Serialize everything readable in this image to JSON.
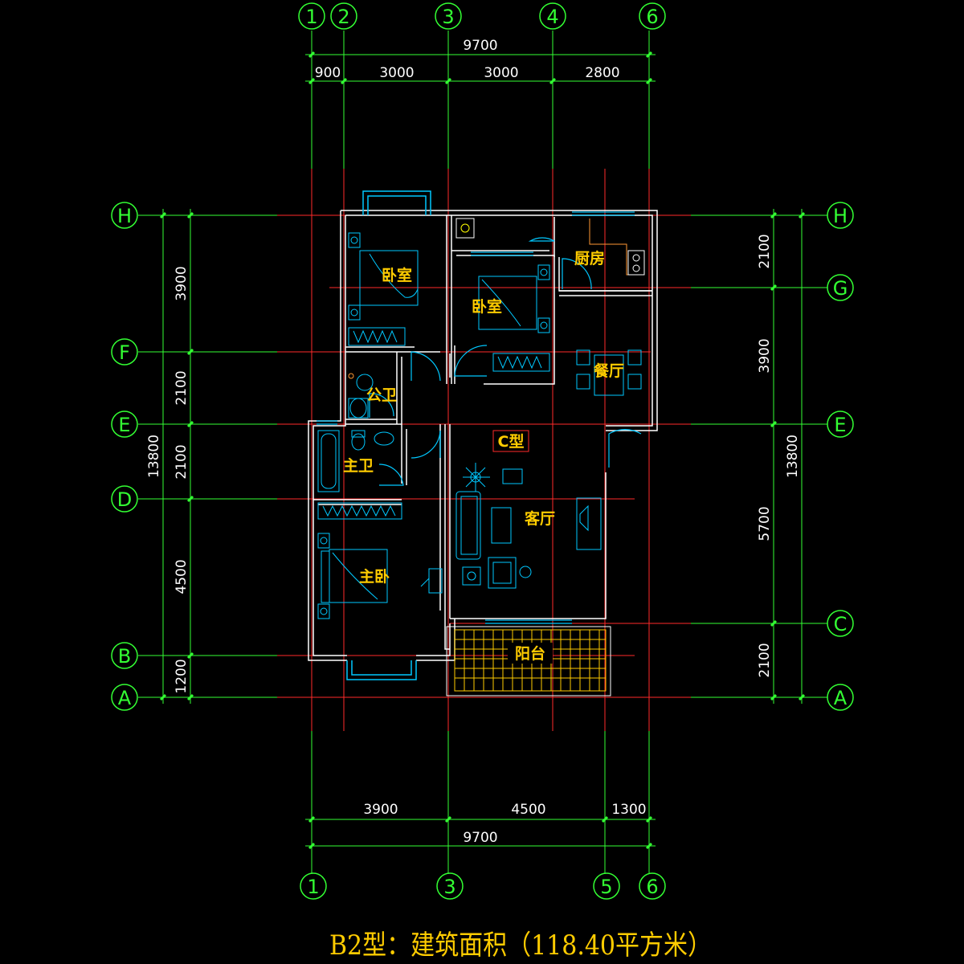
{
  "drawing": {
    "title": "B2型：建筑面积（118.40平方米）",
    "type_label": "C型",
    "colors": {
      "background": "#000000",
      "axis": "#ff2a2a",
      "dimension": "#33ff33",
      "wall": "#ffffff",
      "furniture": "#00c8ff",
      "room_label": "#ffcc00",
      "title": "#ffcc00"
    }
  },
  "axes": {
    "top": [
      "1",
      "2",
      "3",
      "4",
      "6"
    ],
    "bottom": [
      "1",
      "3",
      "5",
      "6"
    ],
    "left": [
      "H",
      "F",
      "E",
      "D",
      "B",
      "A"
    ],
    "right": [
      "H",
      "G",
      "E",
      "C",
      "A"
    ]
  },
  "dimensions": {
    "top_total": "9700",
    "top_segments": [
      "900",
      "3000",
      "3000",
      "2800"
    ],
    "bottom_segments": [
      "3900",
      "4500",
      "1300"
    ],
    "bottom_total": "9700",
    "left_total": "13800",
    "left_segments": [
      "3900",
      "2100",
      "2100",
      "4500",
      "1200"
    ],
    "right_total": "13800",
    "right_segments": [
      "2100",
      "3900",
      "5700",
      "2100"
    ]
  },
  "rooms": {
    "bedroom_1": "卧室",
    "bedroom_2": "卧室",
    "kitchen": "厨房",
    "dining": "餐厅",
    "public_bath": "公卫",
    "master_bath": "主卫",
    "living": "客厅",
    "master_bedroom": "主卧",
    "balcony": "阳台"
  }
}
